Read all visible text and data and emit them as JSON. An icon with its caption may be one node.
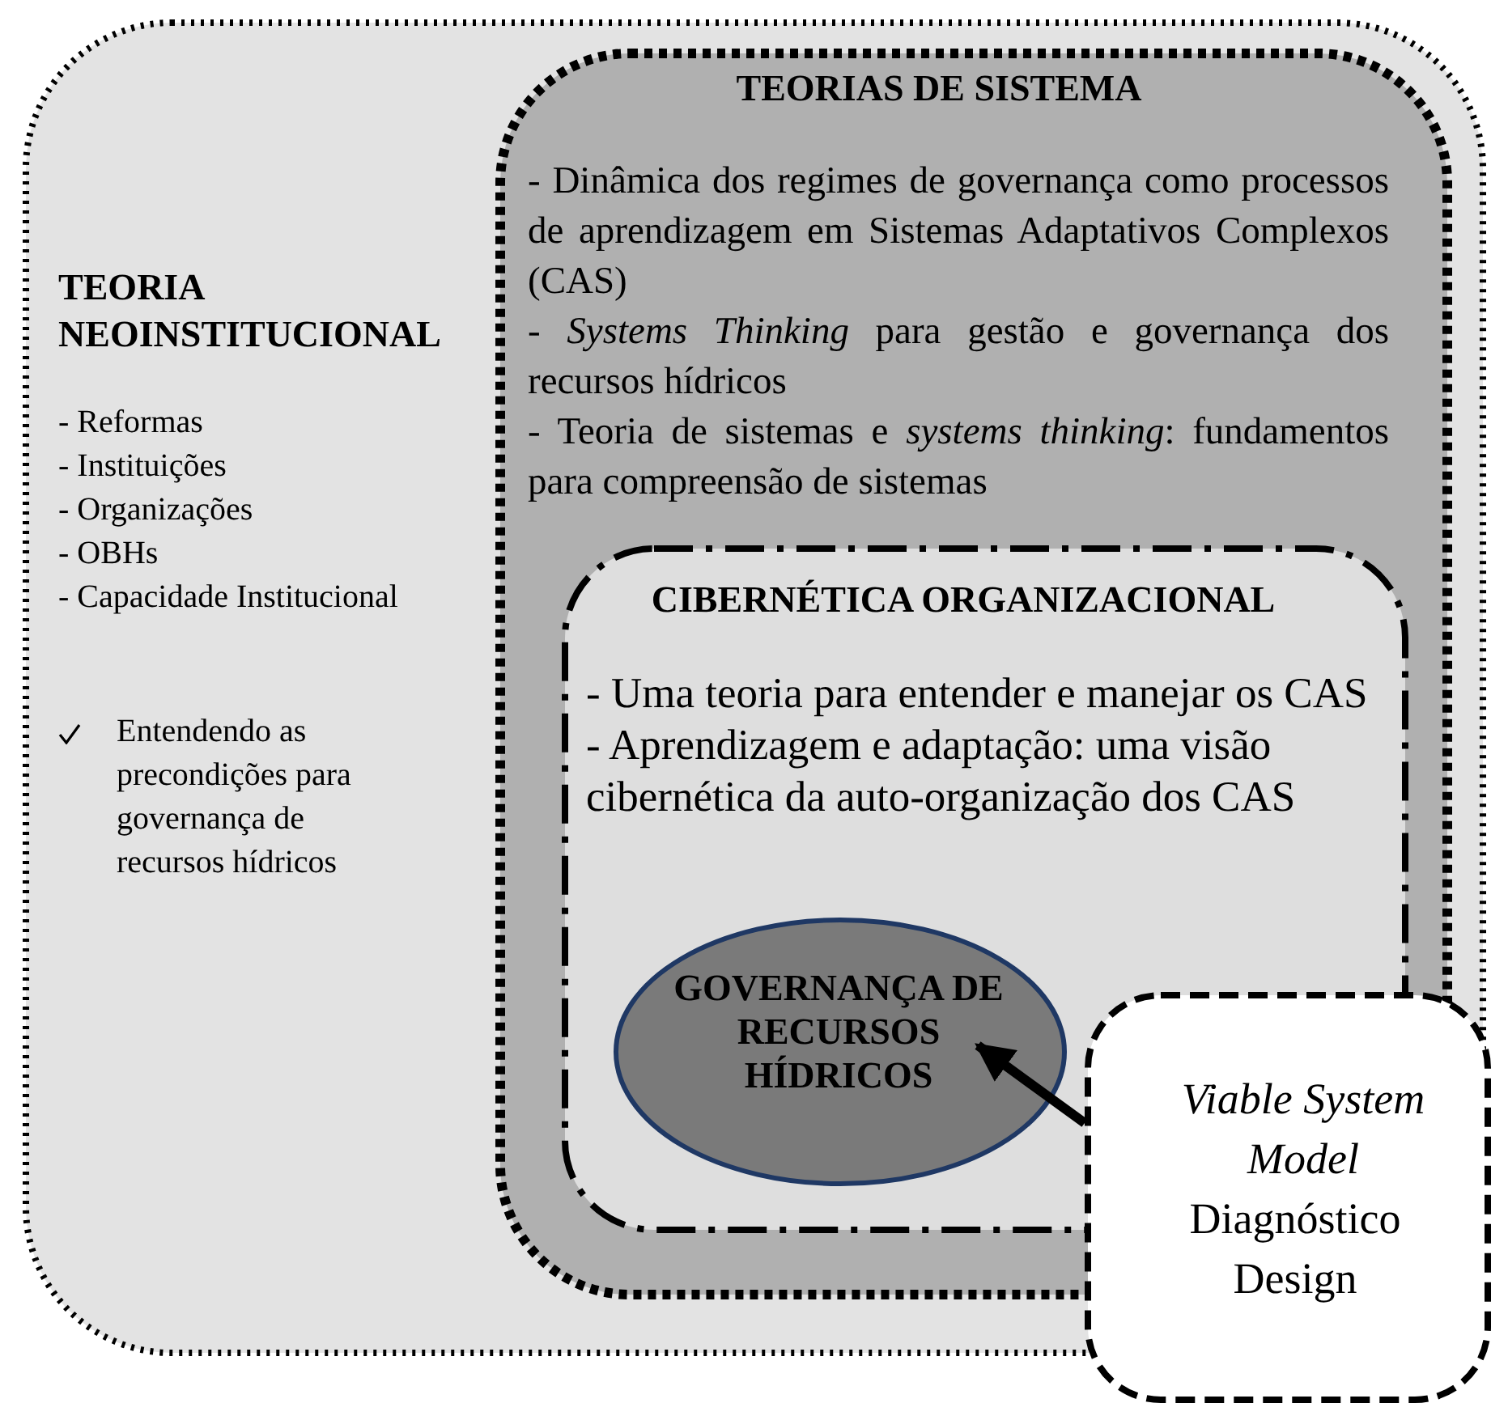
{
  "diagram": {
    "nodes": [
      {
        "text": [
          "TEORIA NEOINSTITUCIONAL",
          "- Reformas",
          "- Instituições",
          "- Organizações",
          "- OBHs",
          "- Capacidade Institucional",
          "Entendendo as precondições para governança de recursos hídricos"
        ]
      },
      {
        "text": [
          "TEORIAS DE SISTEMA",
          "- Dinâmica dos regimes de governança como processos de aprendizagem em Sistemas Adaptativos Complexos (CAS)",
          "- *Systems Thinking* para gestão e governança dos recursos hídricos",
          "- Teoria de sistemas e *systems thinking*: fundamentos para compreensão de sistemas"
        ],
        "in": 0
      },
      {
        "text": [
          "CIBERNÉTICA ORGANIZACIONAL",
          "- Uma teoria para entender e manejar os CAS",
          "- Aprendizagem e adaptação: uma visão cibernética da auto-organização dos CAS"
        ],
        "in": 1
      },
      {
        "text": [
          "GOVERNANÇA DE RECURSOS HÍDRICOS"
        ],
        "in": 2
      },
      {
        "text": [
          "Viable System Model",
          "Diagnóstico",
          "Design"
        ]
      }
    ],
    "edges": [
      {
        "from": 4,
        "to": 3,
        "arrow": "to"
      }
    ]
  }
}
